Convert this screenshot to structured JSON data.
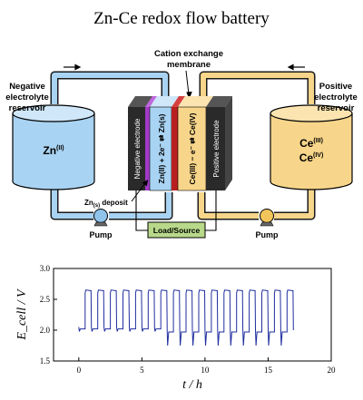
{
  "title": "Zn-Ce redox flow battery",
  "labels": {
    "membrane_line1": "Cation exchange",
    "membrane_line2": "membrane",
    "neg_reservoir_line1": "Negative",
    "neg_reservoir_line2": "electrolyte",
    "neg_reservoir_line3": "reservoir",
    "pos_reservoir_line1": "Positive",
    "pos_reservoir_line2": "electrolyte",
    "pos_reservoir_line3": "reservoir",
    "neg_tank_species": "Zn",
    "neg_tank_species_sup": "(II)",
    "pos_tank_species1": "Ce",
    "pos_tank_species1_sup": "(III)",
    "pos_tank_species2": "Ce",
    "pos_tank_species2_sup": "(IV)",
    "neg_electrode": "Negative electrode",
    "pos_electrode": "Positive electrode",
    "neg_reaction": "Zn(II) + 2e⁻ ⇄ Zn(s)",
    "pos_reaction": "Ce(III) − e⁻ ⇄ Ce(IV)",
    "zn_deposit": "Zn",
    "zn_deposit_sub": "(s)",
    "zn_deposit_rest": " deposit",
    "pump_left": "Pump",
    "pump_right": "Pump",
    "load": "Load/Source"
  },
  "colors": {
    "neg_electrolyte": "#a9d3f2",
    "pos_electrolyte": "#f7d58a",
    "membrane": "#b82020",
    "neg_interface": "#a23ac7",
    "electrode": "#303030",
    "load_box": "#b8d98a",
    "trace": "#1f2d9e"
  },
  "chart_data": {
    "type": "line",
    "xlabel": "t / h",
    "ylabel": "E_cell / V",
    "xlim": [
      -2,
      20
    ],
    "ylim": [
      1.5,
      3.0
    ],
    "xticks": [
      0,
      5,
      10,
      15,
      20
    ],
    "yticks": [
      1.5,
      2.0,
      2.5,
      3.0
    ],
    "grid": false,
    "series": [
      {
        "cycle_period_h": 1.0,
        "cycle_count": 17,
        "first_cycle_start_h": 0.0,
        "charge_voltage_v": 2.65,
        "discharge_voltage_v_early": 2.02,
        "discharge_voltage_v_late": 1.97,
        "discharge_min_v": 1.75,
        "regime_change_h": 7.0
      }
    ]
  }
}
